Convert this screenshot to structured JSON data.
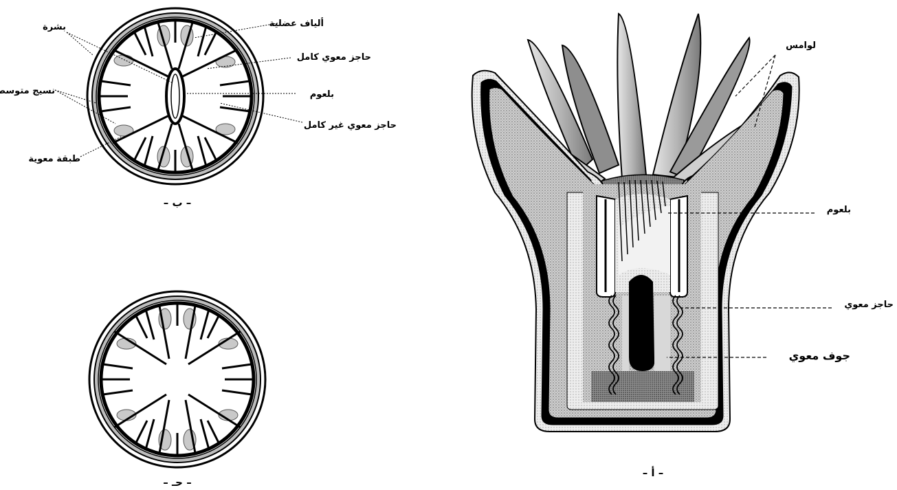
{
  "panel_b": {
    "caption": "– ب –",
    "labels": {
      "epidermis": "بشرة",
      "muscle_fibers": "ألياف عضلية",
      "mesoglea": "نسيج متوسط",
      "complete_mesentery": "حاجز معوي كامل",
      "pharynx": "بلعوم",
      "incomplete_mesentery": "حاجز معوي غير كامل",
      "gastrodermis": "طبقة معوية"
    }
  },
  "panel_c": {
    "caption": "– حـ –"
  },
  "panel_a": {
    "caption": "– أ –",
    "labels": {
      "tentacles": "لوامس",
      "pharynx": "بلعوم",
      "mesentery": "حاجز معوي",
      "gastrovascular_cavity": "جوف معوي"
    }
  }
}
